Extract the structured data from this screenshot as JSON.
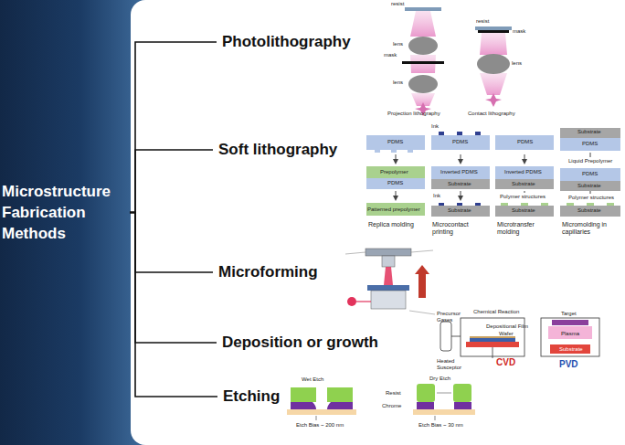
{
  "diagram": {
    "nodes": [
      {
        "text": [
          "Microstructure Fabrication Methods"
        ]
      },
      {
        "text": [
          "Photolithography"
        ]
      },
      {
        "text": [
          "Soft lithography"
        ]
      },
      {
        "text": [
          "Microforming"
        ]
      },
      {
        "text": [
          "Deposition or growth"
        ]
      },
      {
        "text": [
          "Etching"
        ]
      }
    ],
    "edges": [
      {
        "from": 0,
        "to": 1,
        "arrow": "none"
      },
      {
        "from": 0,
        "to": 2,
        "arrow": "none"
      },
      {
        "from": 0,
        "to": 3,
        "arrow": "none"
      },
      {
        "from": 0,
        "to": 4,
        "arrow": "none"
      },
      {
        "from": 0,
        "to": 5,
        "arrow": "none"
      }
    ],
    "labels": [
      "resist",
      "lens",
      "mask",
      "lens",
      "Projection lithography",
      "resist",
      "mask",
      "lens",
      "Contact lithography",
      "PDMS",
      "Prepolymer",
      "PDMS",
      "Patterned prepolymer",
      "Replica molding",
      "Ink",
      "PDMS",
      "Inverted PDMS",
      "Substrate",
      "Ink",
      "Substrate",
      "Microcontact printing",
      "PDMS",
      "Inverted PDMS",
      "Substrate",
      "Polymer structures",
      "Substrate",
      "Microtransfer molding",
      "Substrate",
      "PDMS",
      "Liquid Prepolymer",
      "PDMS",
      "Substrate",
      "Polymer structures",
      "Substrate",
      "Micromolding in capillaries",
      "Precursor Gases",
      "Chemical Reaction",
      "Depositional Film",
      "Wafer",
      "Heated Susceptor",
      "CVD",
      "Target",
      "Plasma",
      "Substrate",
      "PVD",
      "Wet Etch",
      "Dry Etch",
      "Resist",
      "Chrome",
      "Etch Bias ~ 200 nm",
      "Etch Bias ~ 30 nm"
    ]
  }
}
